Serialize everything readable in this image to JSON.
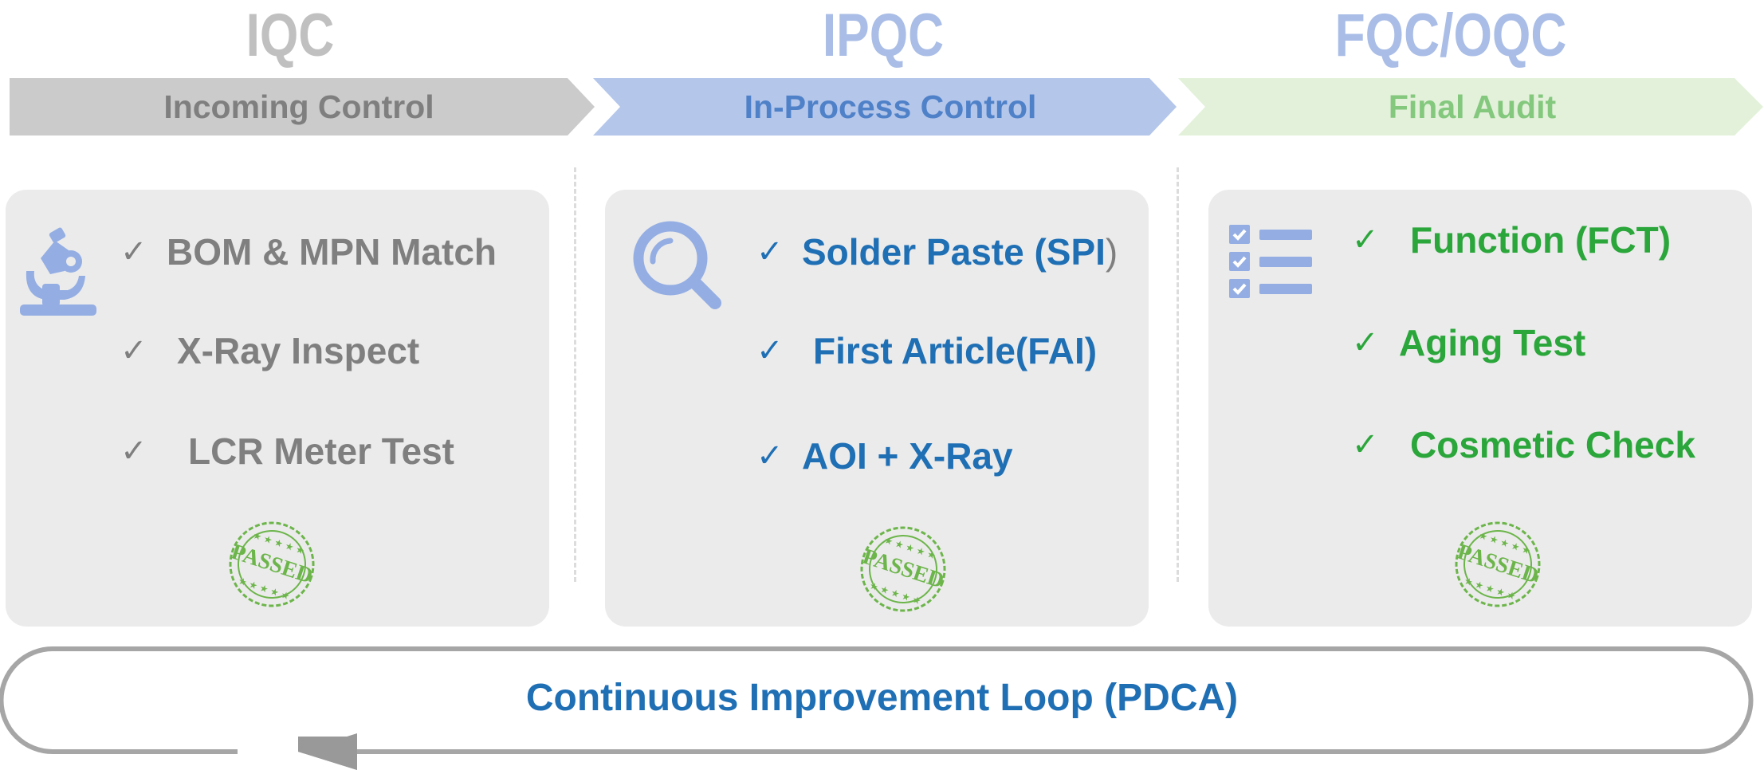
{
  "colors": {
    "gray_title": "#c0c0c0",
    "gray_chevron": "#cbcbcb",
    "gray_text": "#7f7f7f",
    "blue_title": "#a9bde6",
    "blue_chevron": "#b4c6ea",
    "blue_text": "#4f81c9",
    "blue_item": "#1f6fb5",
    "green_chevron": "#e3f1da",
    "green_text": "#84c87e",
    "green_item": "#2aa63a",
    "icon_blue": "#94aee3",
    "panel_bg": "#ebebeb",
    "stamp_green": "#6cb54a",
    "loop_stroke": "#a6a6a6",
    "loop_text": "#1f6fb5"
  },
  "stages": [
    {
      "title": "IQC",
      "label": "Incoming Control",
      "icon": "microscope-icon",
      "items": [
        "BOM & MPN Match",
        "X-Ray Inspect",
        "LCR Meter Test"
      ],
      "check": "✓",
      "stamp": "PASSED"
    },
    {
      "title": "IPQC",
      "label": "In-Process Control",
      "icon": "magnifier-icon",
      "items": [
        "Solder Paste (SPI",
        "First Article(FAI)",
        "AOI + X-Ray"
      ],
      "items_tail": ")",
      "check": "✓",
      "stamp": "PASSED"
    },
    {
      "title": "FQC/OQC",
      "label": "Final Audit",
      "icon": "checklist-icon",
      "items": [
        "Function (FCT)",
        "Aging Test",
        "Cosmetic Check"
      ],
      "check": "✓",
      "stamp": "PASSED"
    }
  ],
  "loop": {
    "label": "Continuous Improvement Loop (PDCA)"
  }
}
